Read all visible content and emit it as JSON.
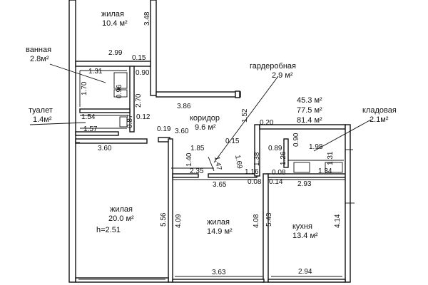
{
  "rooms": {
    "living_top": {
      "name": "жилая",
      "area": "10.4 м²"
    },
    "bathroom": {
      "name": "ванная",
      "area": "2.8м²"
    },
    "toilet": {
      "name": "туалет",
      "area": "1.4м²"
    },
    "wardrobe": {
      "name": "гардеробная",
      "area": "2.9 м²"
    },
    "corridor": {
      "name": "коридор",
      "area": "9.6 м²"
    },
    "storage": {
      "name": "кладовая",
      "area": "2.1м²"
    },
    "living_big": {
      "name": "жилая",
      "area": "20.0 м²",
      "height": "h=2.51"
    },
    "living_mid": {
      "name": "жилая",
      "area": "14.9 м²"
    },
    "kitchen": {
      "name": "кухня",
      "area": "13.4 м²"
    }
  },
  "totals": {
    "a": "45.3 м²",
    "b": "77.5 м²",
    "c": "81.4 м²"
  },
  "dimensions": {
    "d348": "3.48",
    "d299": "2.99",
    "d015a": "0.15",
    "d131": "1.31",
    "d090": "0.90",
    "d170": "1.70",
    "d096": "0.96",
    "d270": "2.70",
    "d386": "3.86",
    "d154": "1.54",
    "d012": "0.12",
    "d157": "1.57",
    "d087": "0.87",
    "d152": "1.52",
    "d020": "0.20",
    "d019": "0.19",
    "d360a": "3.60",
    "d360b": "3.60",
    "d185": "1.85",
    "d015b": "0.15",
    "d169": "1.69",
    "d147": "1.47",
    "d140": "1.40",
    "d235": "2.35",
    "d116": "1.16",
    "d138": "1.38",
    "d089": "0.89",
    "d126": "1.26",
    "d090b": "0.90",
    "d198": "1.98",
    "d131b": "1.31",
    "d008a": "0.08",
    "d134": "1.34",
    "d365": "3.65",
    "d008b": "0.08",
    "d014": "0.14",
    "d293": "2.93",
    "d556": "5.56",
    "d409": "4.09",
    "d408": "4.08",
    "d543": "5.43",
    "d414": "4.14",
    "d363": "3.63",
    "d294": "2.94"
  }
}
